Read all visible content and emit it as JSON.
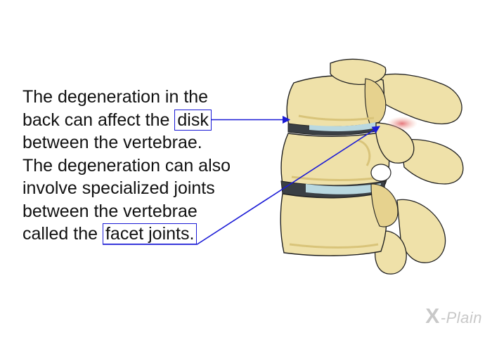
{
  "caption": {
    "line1": "The degeneration in the",
    "line2_pre": "back can affect the ",
    "line2_box": "disk",
    "line3": "between the vertebrae.",
    "line4": "The degeneration can also",
    "line5": "involve specialized joints",
    "line6": "between the vertebrae",
    "line7_pre": "called the ",
    "line7_box": "facet joints."
  },
  "watermark": {
    "mark": "X",
    "text": "-Plain"
  },
  "colors": {
    "bone": "#efe1a9",
    "bone_shadow": "#d9c47a",
    "disk": "#b9d8e0",
    "disk_dark": "#3a3f44",
    "arrow": "#1a1ad6",
    "inflammation": "#e88888"
  }
}
